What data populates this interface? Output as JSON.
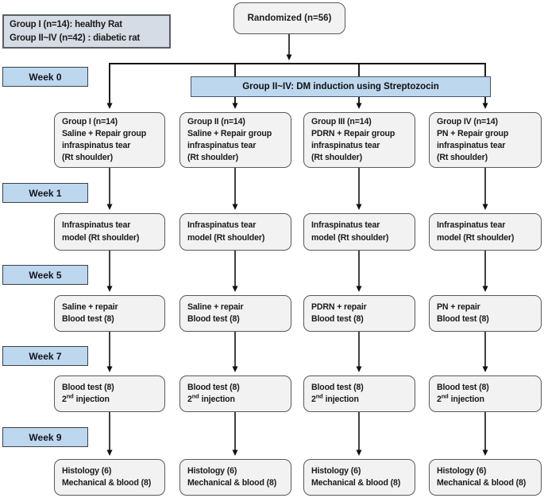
{
  "colors": {
    "accent-blue": "#BDD7EE",
    "info-fill": "#D6DCE5",
    "box-fill": "#F2F2F2",
    "box-border": "#595959",
    "line-color": "#111111"
  },
  "legend": {
    "line1": "Group I (n=14): healthy Rat",
    "line2": "Group II~IV (n=42) : diabetic rat"
  },
  "randomized_label": "Randomized (n=56)",
  "weeks": [
    "Week 0",
    "Week 1",
    "Week 5",
    "Week 7",
    "Week 9"
  ],
  "dm_induction_label": "Group II~IV:  DM induction using Streptozocin",
  "columns": [
    {
      "group": [
        "Group I (n=14)",
        "Saline + Repair group",
        "infraspinatus tear",
        "(Rt shoulder)"
      ],
      "tear_model": [
        "Infraspinatus tear",
        "model (Rt shoulder)"
      ],
      "treatment": [
        "Saline + repair",
        "Blood test (8)"
      ],
      "week7": {
        "line1": "Blood test (8)",
        "num": "2",
        "ord": "nd",
        "rest": "injection"
      },
      "outcome": [
        "Histology (6)",
        "Mechanical & blood (8)"
      ]
    },
    {
      "group": [
        "Group II (n=14)",
        "Saline + Repair group",
        "infraspinatus tear",
        "(Rt shoulder)"
      ],
      "tear_model": [
        "Infraspinatus tear",
        "model (Rt shoulder)"
      ],
      "treatment": [
        "Saline + repair",
        "Blood test (8)"
      ],
      "week7": {
        "line1": "Blood test (8)",
        "num": "2",
        "ord": "nd",
        "rest": "injection"
      },
      "outcome": [
        "Histology (6)",
        "Mechanical & blood (8)"
      ]
    },
    {
      "group": [
        "Group III (n=14)",
        "PDRN + Repair group",
        "infraspinatus tear",
        "(Rt shoulder)"
      ],
      "tear_model": [
        "Infraspinatus tear",
        "model (Rt shoulder)"
      ],
      "treatment": [
        "PDRN + repair",
        "Blood test (8)"
      ],
      "week7": {
        "line1": "Blood test (8)",
        "num": "2",
        "ord": "nd",
        "rest": "injection"
      },
      "outcome": [
        "Histology (6)",
        "Mechanical & blood (8)"
      ]
    },
    {
      "group": [
        "Group IV (n=14)",
        "PN + Repair group",
        "infraspinatus tear",
        "(Rt shoulder)"
      ],
      "tear_model": [
        "Infraspinatus tear",
        "model (Rt shoulder)"
      ],
      "treatment": [
        "PN + repair",
        "Blood test (8)"
      ],
      "week7": {
        "line1": "Blood test (8)",
        "num": "2",
        "ord": "nd",
        "rest": "injection"
      },
      "outcome": [
        "Histology (6)",
        "Mechanical & blood (8)"
      ]
    }
  ]
}
